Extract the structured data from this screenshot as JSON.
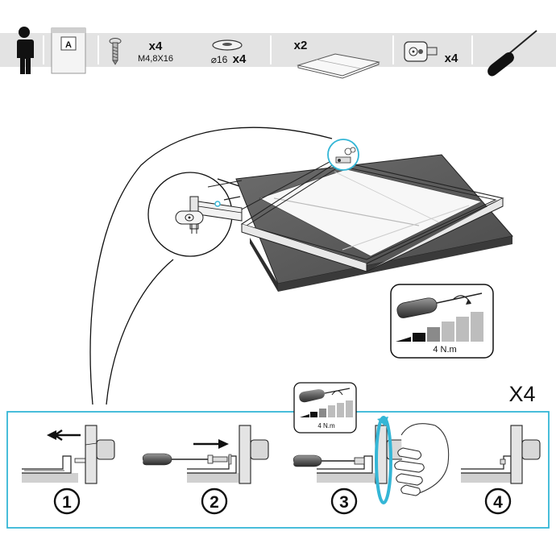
{
  "parts_bar": {
    "bag_label": "A",
    "screw_qty": "x4",
    "screw_size": "M4,8X16",
    "washer_size": "⌀16",
    "washer_qty": "x4",
    "panel_qty": "x2",
    "cam_qty": "x4"
  },
  "torque_callout": {
    "value": "4 N.m"
  },
  "steps_panel": {
    "repeat": "X4",
    "mini_torque": "4 N.m",
    "steps": [
      "1",
      "2",
      "3",
      "4"
    ]
  },
  "colors": {
    "bar_bg": "#e3e3e3",
    "cyan": "#34b6d6",
    "board": "#555555",
    "frame": "#f0f0f0"
  }
}
